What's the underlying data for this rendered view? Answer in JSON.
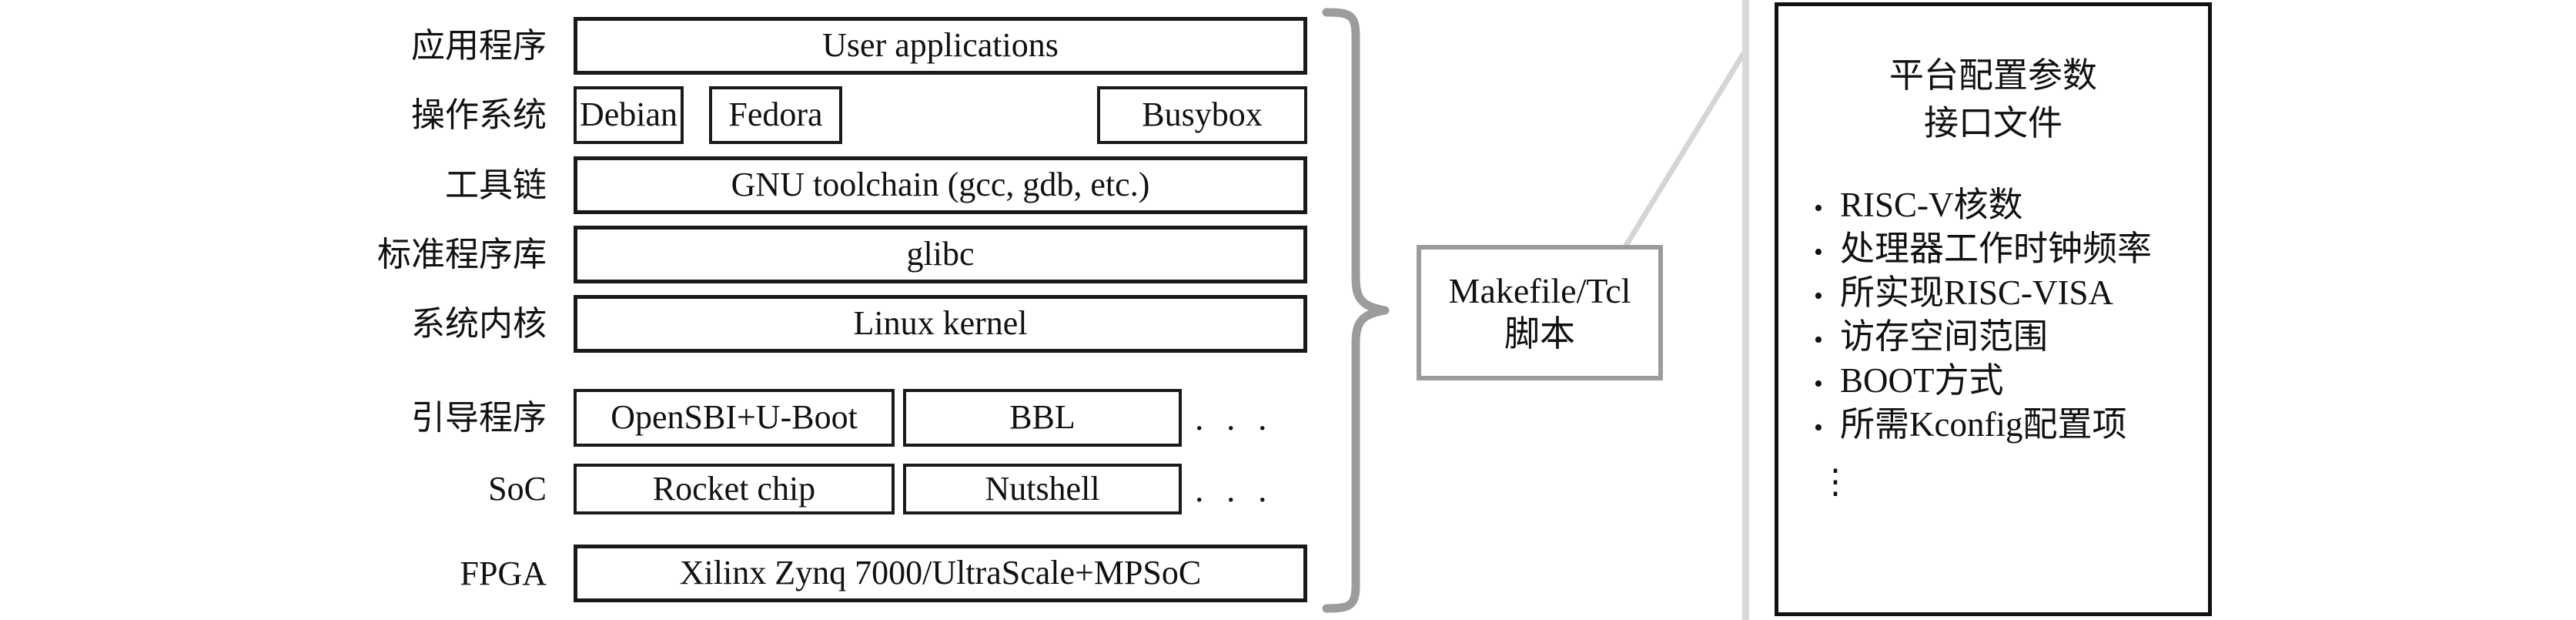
{
  "diagram": {
    "title": "RISC-V platform software stack and configuration interface",
    "accent_gray": "#9c9c9c",
    "divider_color": "#d9d9d9",
    "border_color": "#1a1a1a"
  },
  "stack": {
    "rows": [
      {
        "label": "应用程序",
        "boxes": [
          {
            "text": "User applications",
            "span": "full"
          }
        ],
        "trailing_ellipsis": ""
      },
      {
        "label": "操作系统",
        "boxes": [
          {
            "text": "Debian",
            "span": "third"
          },
          {
            "text": "Fedora",
            "span": "third"
          },
          {
            "text": "Busybox",
            "span": "third"
          }
        ],
        "trailing_ellipsis": ""
      },
      {
        "label": "工具链",
        "boxes": [
          {
            "text": "GNU toolchain (gcc, gdb, etc.)",
            "span": "full"
          }
        ],
        "trailing_ellipsis": ""
      },
      {
        "label": "标准程序库",
        "boxes": [
          {
            "text": "glibc",
            "span": "full"
          }
        ],
        "trailing_ellipsis": ""
      },
      {
        "label": "系统内核",
        "boxes": [
          {
            "text": "Linux kernel",
            "span": "full"
          }
        ],
        "trailing_ellipsis": ""
      },
      {
        "label": "引导程序",
        "boxes": [
          {
            "text": "OpenSBI+U-Boot",
            "span": "half"
          },
          {
            "text": "BBL",
            "span": "half"
          }
        ],
        "trailing_ellipsis": ". . ."
      },
      {
        "label": "SoC",
        "boxes": [
          {
            "text": "Rocket chip",
            "span": "half"
          },
          {
            "text": "Nutshell",
            "span": "half"
          }
        ],
        "trailing_ellipsis": ". . ."
      },
      {
        "label": "FPGA",
        "boxes": [
          {
            "text": "Xilinx Zynq 7000/UltraScale+MPSoC",
            "span": "full"
          }
        ],
        "trailing_ellipsis": ""
      }
    ]
  },
  "script_node": {
    "line1": "Makefile/Tcl",
    "line2": "脚本"
  },
  "param_panel": {
    "title_line1": "平台配置参数",
    "title_line2": "接口文件",
    "bullets": [
      "RISC-V核数",
      "处理器工作时钟频率",
      "所实现RISC-VISA",
      "访存空间范围",
      "BOOT方式",
      "所需Kconfig配置项"
    ],
    "continuation": "⋮"
  }
}
